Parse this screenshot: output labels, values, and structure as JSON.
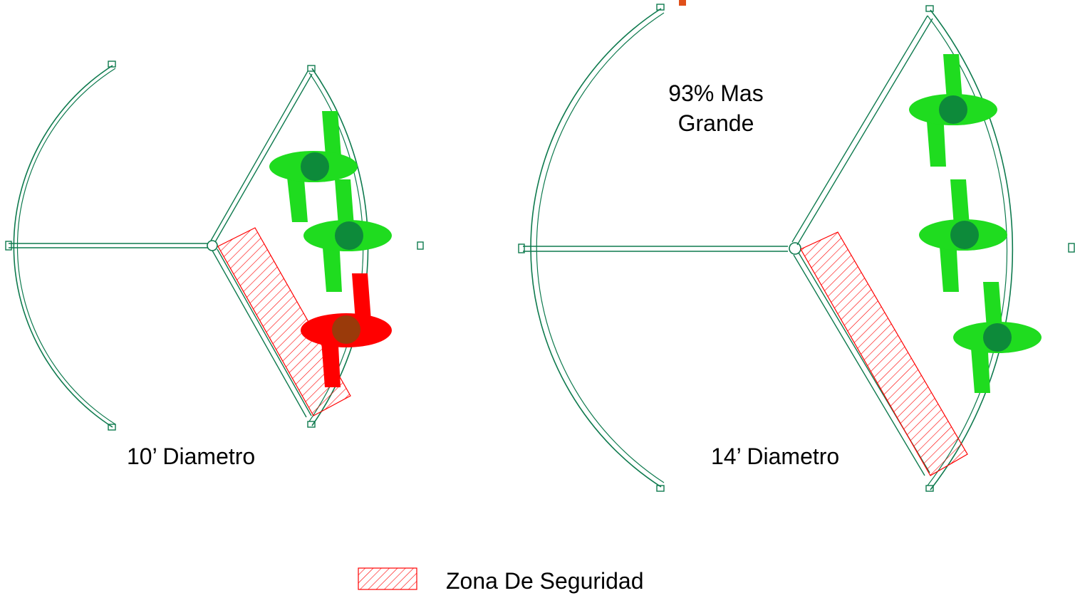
{
  "labels": {
    "small_diameter": "10’ Diametro",
    "large_diameter": "14’ Diametro",
    "size_increase_line1": "93% Mas",
    "size_increase_line2": "Grande",
    "legend_safety_zone": "Zona De Seguridad"
  },
  "colors": {
    "frame": "#0e7a4e",
    "figure_ok": "#1fdc1f",
    "figure_ok_head": "#0d8a3a",
    "figure_danger": "#ff0000",
    "figure_danger_head": "#9a3a0a",
    "safety_zone": "#ff0000",
    "accent_bar": "#e0501a"
  },
  "diagrams": [
    {
      "name": "10 ft enclosure",
      "figures_safe": 2,
      "figures_in_zone": 1
    },
    {
      "name": "14 ft enclosure",
      "figures_safe": 3,
      "figures_in_zone": 0
    }
  ]
}
